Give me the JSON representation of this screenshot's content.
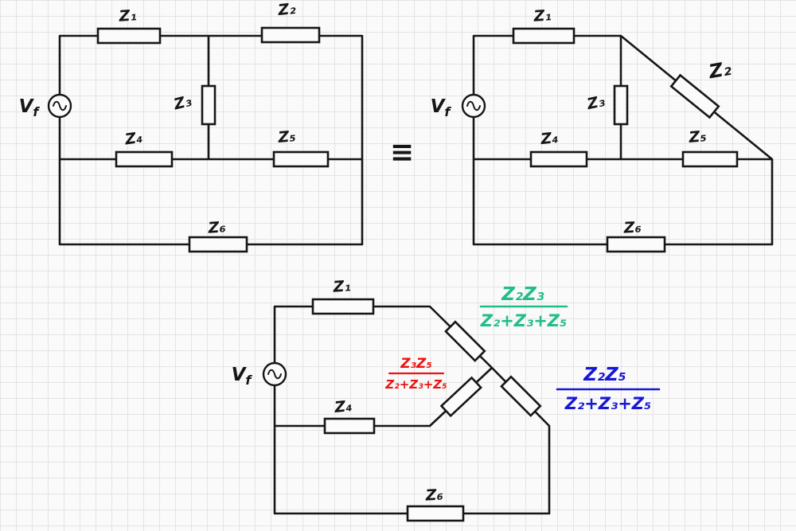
{
  "ink_color": "#161616",
  "paper": {
    "background": "#fafafa",
    "grid_color": "#e4e4e4"
  },
  "equivalence_symbol": "≡",
  "source": {
    "v": "V",
    "sub": "f"
  },
  "impedance_labels": {
    "z1": "Z₁",
    "z2": "Z₂",
    "z3": "Z₃",
    "z4": "Z₄",
    "z5": "Z₅",
    "z6": "Z₆"
  },
  "formulas": {
    "green": {
      "color": "#23bd87",
      "numerator": "Z₂Z₃",
      "denominator": "Z₂+Z₃+Z₅"
    },
    "red": {
      "color": "#ee1111",
      "numerator": "Z₃Z₅",
      "denominator": "Z₂+Z₃+Z₅"
    },
    "blue": {
      "color": "#1717d6",
      "numerator": "Z₂Z₅",
      "denominator": "Z₂+Z₃+Z₅"
    }
  }
}
